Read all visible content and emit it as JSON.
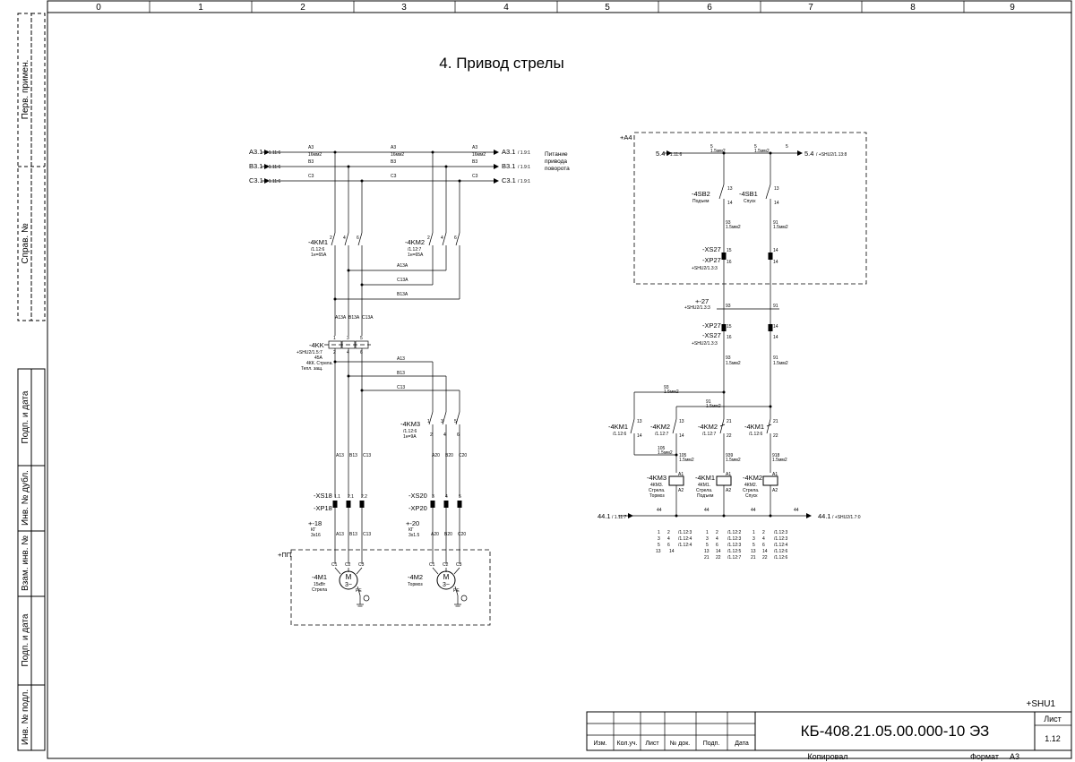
{
  "title": "4. Привод стрелы",
  "grid_columns": [
    "0",
    "1",
    "2",
    "3",
    "4",
    "5",
    "6",
    "7",
    "8",
    "9"
  ],
  "side_labels": {
    "perv_primen": "Перв. примен.",
    "sprav_no": "Справ. №",
    "podp_data_1": "Подп. и дата",
    "inv_dubl": "Инв. № дубл.",
    "vzam_inv": "Взам. инв. №",
    "podp_data_2": "Подп. и дата",
    "inv_podl": "Инв. № подл."
  },
  "title_block": {
    "designation": "КБ-408.21.05.00.000-10 ЭЗ",
    "sheet_label": "Лист",
    "sheet_number": "1.12",
    "location_tag": "+SHU1",
    "columns": [
      "Изм.",
      "Кол.уч.",
      "Лист",
      "№ док.",
      "Подп.",
      "Дата"
    ],
    "kopiroval": "Копировал",
    "format_label": "Формат",
    "format_value": "А3"
  },
  "power": {
    "phases": [
      {
        "tag": "A3.1",
        "ref": "/ 1.11:6",
        "out_tag": "A3.1",
        "out_ref": "/ 1.9:1",
        "wire": "A3"
      },
      {
        "tag": "B3.1",
        "ref": "/ 1.11:6",
        "out_tag": "B3.1",
        "out_ref": "/ 1.9:1",
        "wire": "B3"
      },
      {
        "tag": "C3.1",
        "ref": "/ 1.11:6",
        "out_tag": "C3.1",
        "out_ref": "/ 1.9:1",
        "wire": "C3"
      }
    ],
    "wire_sub": "16мм2",
    "turn_note": [
      "Питание",
      "привода",
      "поворота"
    ],
    "km1": {
      "tag": "-4KM1",
      "ref": "/1.12:6",
      "rating": "1н=65А"
    },
    "km2": {
      "tag": "-4KM2",
      "ref": "/1.12:7",
      "rating": "1н=65А"
    },
    "km3": {
      "tag": "-4KM3",
      "ref": "/1.12:6",
      "rating": "1н=9А"
    },
    "contact_nums": [
      "2",
      "4",
      "6"
    ],
    "contact_nums_top": [
      "1",
      "3",
      "5"
    ],
    "cross_wires": [
      "A13A",
      "C13A",
      "B13A"
    ],
    "kk_wires": [
      "A13A",
      "B13A",
      "C13A"
    ],
    "kk": {
      "tag": "-4KK",
      "ref": "+SHU2/1.5:7",
      "rating": "45A",
      "desc": [
        "4КК. Стрела.",
        "Тепл. защ."
      ]
    },
    "mid_wires": [
      "A13",
      "B13",
      "C13"
    ],
    "m1_wires": [
      "A13",
      "B13",
      "C13"
    ],
    "m2_wires": [
      "A20",
      "B20",
      "C20"
    ],
    "xs18": {
      "xs": "-XS18",
      "xp": "-XP18",
      "pins": [
        "1.1",
        "2.1",
        "2.2"
      ]
    },
    "xs20": {
      "xs": "-XS20",
      "xp": "-XP20",
      "pins": [
        "3",
        "4",
        "5"
      ]
    },
    "cable18": {
      "tag": "+-18",
      "kind": "КГ",
      "size": "3x16"
    },
    "cable20": {
      "tag": "+-20",
      "kind": "КГ",
      "size": "3x1.5"
    },
    "pp_tag": "+ПП",
    "motor1": {
      "tag": "-4M1",
      "power": "15кВт",
      "name": "Стрела",
      "symbol": "M",
      "phase": "3~",
      "terms": [
        "C1",
        "C2",
        "C3"
      ],
      "pe": "PE"
    },
    "motor2": {
      "tag": "-4M2",
      "name": "Тормоз",
      "symbol": "M",
      "phase": "3~",
      "terms": [
        "C1",
        "C2",
        "C3"
      ],
      "pe": "PE"
    }
  },
  "control": {
    "box_tag": "+A4",
    "in_tag": "5.4",
    "in_ref": "/ 1.11:6",
    "out_tag": "5.4",
    "out_ref": "/ +SHU2/1.13:8",
    "wire5": "5",
    "wire_sub": "1.5мм2",
    "sb2": {
      "tag": "-4SB2",
      "desc": "Подъем",
      "pins": [
        "13",
        "14"
      ]
    },
    "sb1": {
      "tag": "-4SB1",
      "desc": "Спуск",
      "pins": [
        "13",
        "14"
      ]
    },
    "w93": "93",
    "w91": "91",
    "xs27": {
      "xs": "-XS27",
      "xp": "-XP27",
      "ref": "+SHU2/1.3:3",
      "pins": [
        "15",
        "16",
        "14"
      ]
    },
    "cable27": {
      "tag": "+-27",
      "ref": "+SHU2/1.3:3"
    },
    "xp27b": {
      "xp": "-XP27",
      "xs": "-XS27",
      "ref": "+SHU2/1.3:3"
    },
    "interlocks": [
      {
        "tag": "-4KM1",
        "ref": "/1.12:6",
        "pins": [
          "13",
          "14"
        ]
      },
      {
        "tag": "-4KM2",
        "ref": "/1.12:7",
        "pins": [
          "13",
          "14"
        ]
      },
      {
        "tag": "-4KM2",
        "ref": "/1.12:7",
        "pins": [
          "21",
          "22"
        ]
      },
      {
        "tag": "-4KM1",
        "ref": "/1.12:6",
        "pins": [
          "21",
          "22"
        ]
      }
    ],
    "w105": "105",
    "w939": "939",
    "w918": "918",
    "w44": "44",
    "coils": [
      {
        "tag": "-4KM3",
        "desc": [
          "4КМ3.",
          "Стрела.",
          "Тормоз"
        ],
        "pins": [
          "A1",
          "A2"
        ]
      },
      {
        "tag": "-4KM1",
        "desc": [
          "4КМ1.",
          "Стрела.",
          "Подъем"
        ],
        "pins": [
          "A1",
          "A2"
        ]
      },
      {
        "tag": "-4KM2",
        "desc": [
          "4КМ2.",
          "Стрела.",
          "Спуск"
        ],
        "pins": [
          "A1",
          "A2"
        ]
      }
    ],
    "n_in_tag": "44.1",
    "n_in_ref": "/ 1.11:7",
    "n_out_tag": "44.1",
    "n_out_ref": "/ +SHU2/1.7:0",
    "xref_tables": [
      [
        [
          "1",
          "2",
          "/1.12:3"
        ],
        [
          "3",
          "4",
          "/1.12:4"
        ],
        [
          "5",
          "6",
          "/1.12:4"
        ],
        [
          "13",
          "14",
          ""
        ]
      ],
      [
        [
          "1",
          "2",
          "/1.12:2"
        ],
        [
          "3",
          "4",
          "/1.12:3"
        ],
        [
          "5",
          "6",
          "/1.12:3"
        ],
        [
          "13",
          "14",
          "/1.12:5"
        ],
        [
          "21",
          "22",
          "/1.12:7"
        ]
      ],
      [
        [
          "1",
          "2",
          "/1.12:3"
        ],
        [
          "3",
          "4",
          "/1.12:3"
        ],
        [
          "5",
          "6",
          "/1.12:4"
        ],
        [
          "13",
          "14",
          "/1.12:6"
        ],
        [
          "21",
          "22",
          "/1.12:6"
        ]
      ]
    ]
  }
}
